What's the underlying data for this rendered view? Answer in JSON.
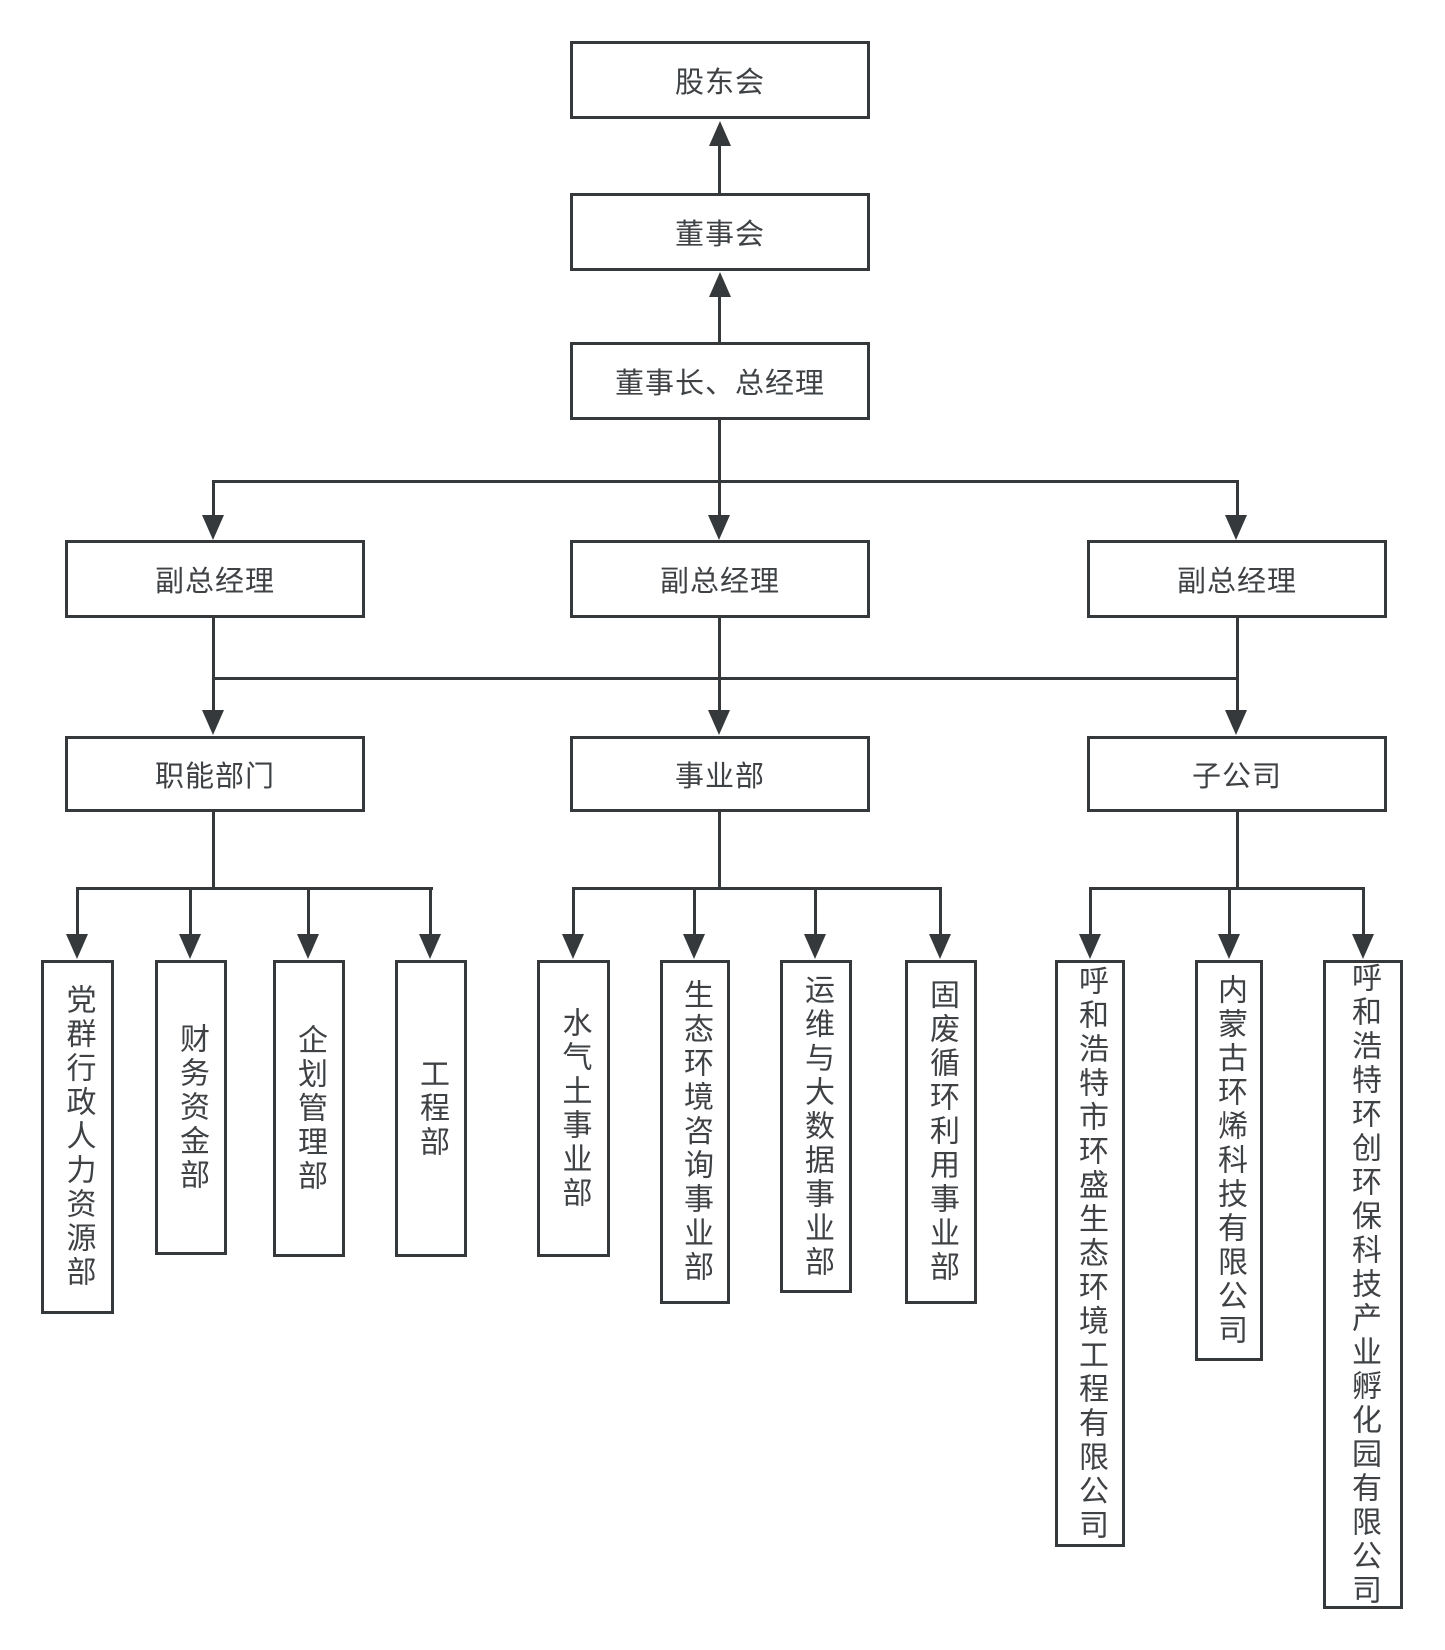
{
  "org_chart": {
    "nodes": {
      "shareholders": "股东会",
      "board": "董事会",
      "chairman_gm": "董事长、总经理",
      "vp_left": "副总经理",
      "vp_center": "副总经理",
      "vp_right": "副总经理",
      "functional_depts": "职能部门",
      "business_divisions": "事业部",
      "subsidiaries": "子公司",
      "departments": [
        "党群行政人力资源部",
        "财务资金部",
        "企划管理部",
        "工程部"
      ],
      "divisions": [
        "水气土事业部",
        "生态环境咨询事业部",
        "运维与大数据事业部",
        "固废循环利用事业部"
      ],
      "companies": [
        "呼和浩特市环盛生态环境工程有限公司",
        "内蒙古环烯科技有限公司",
        "呼和浩特环创环保科技产业孵化园有限公司"
      ]
    },
    "colors": {
      "line": "#36393b",
      "text": "#3f4245",
      "background": "#ffffff"
    }
  }
}
